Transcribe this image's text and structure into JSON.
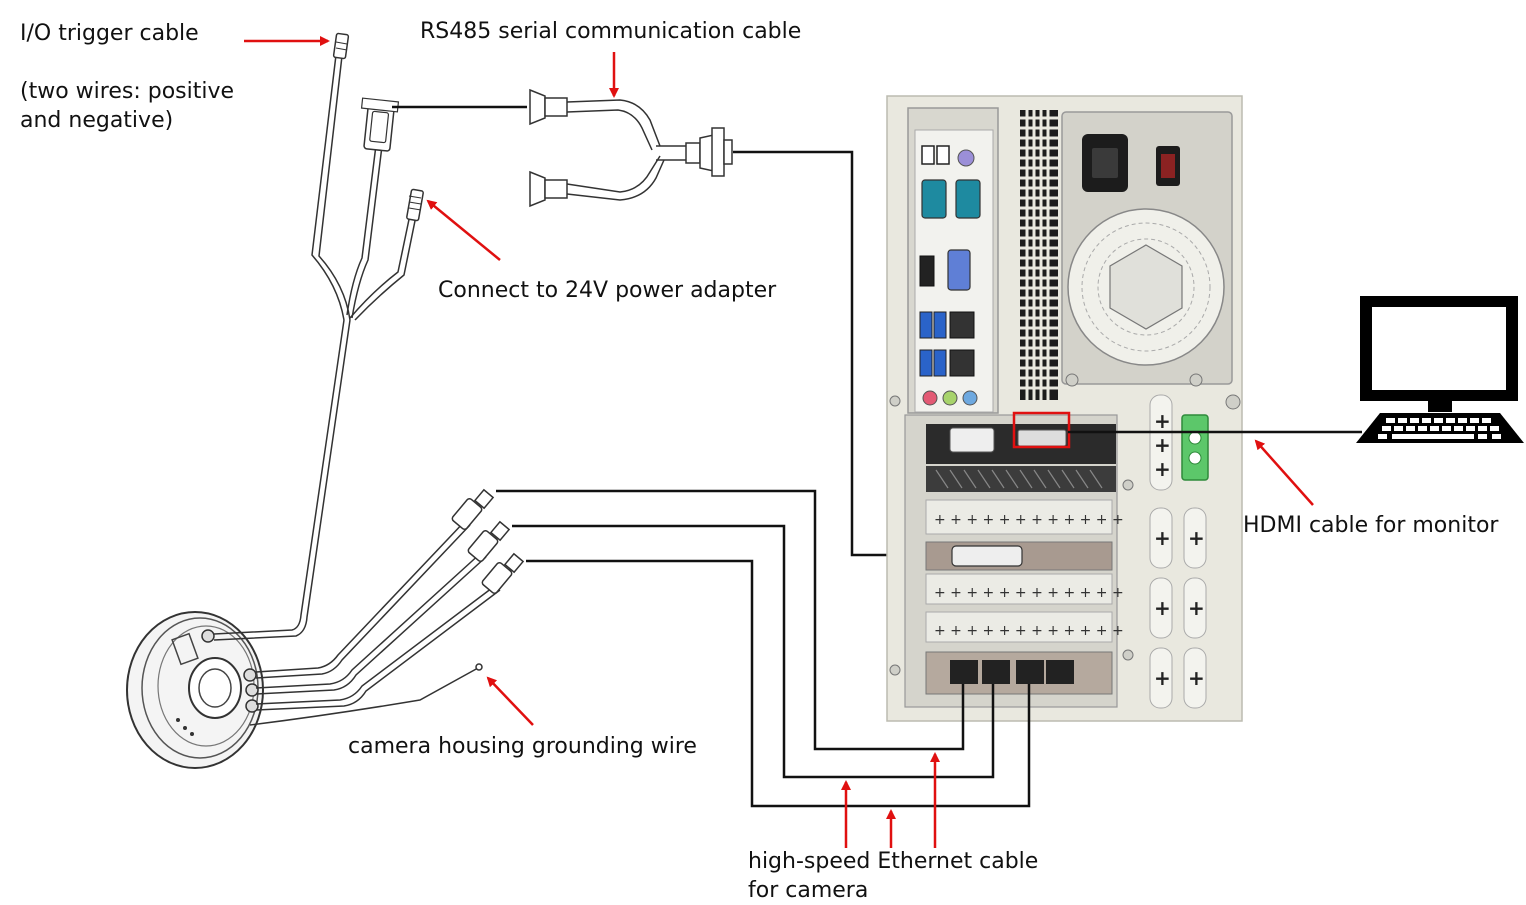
{
  "labels": {
    "io_trigger_title": "I/O trigger cable",
    "io_trigger_note_1": "(two wires: positive",
    "io_trigger_note_2": "and negative)",
    "rs485": "RS485 serial communication cable",
    "power": "Connect to 24V power adapter",
    "hdmi": "HDMI cable for monitor",
    "grounding": "camera housing grounding wire",
    "ethernet_1": "high-speed Ethernet cable",
    "ethernet_2": "for camera"
  },
  "colors": {
    "arrow": "#e01010",
    "cable": "#111111",
    "chassis": "#e9e8df",
    "highlight": "#e01010"
  }
}
